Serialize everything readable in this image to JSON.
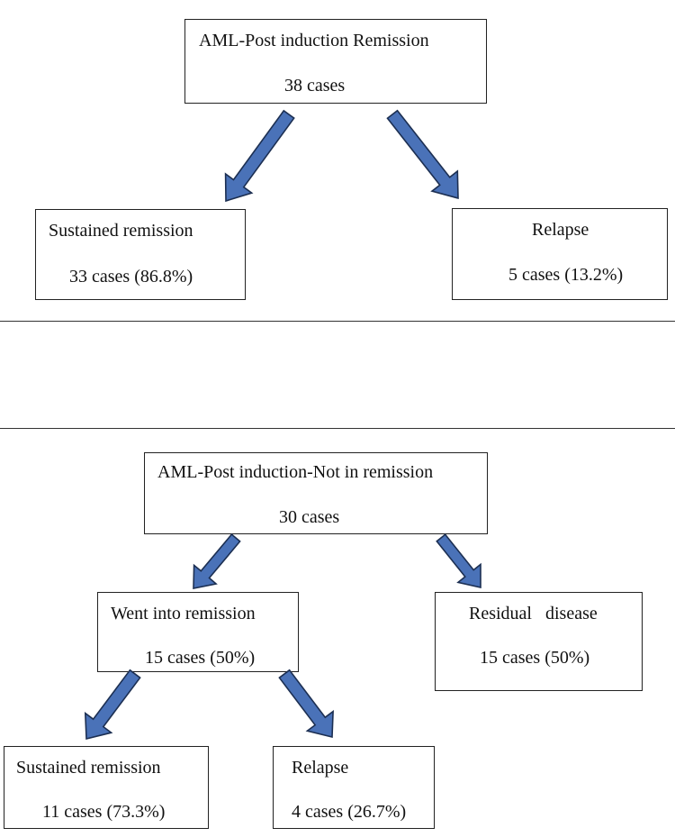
{
  "top_tree": {
    "root": {
      "title": "AML-Post induction Remission",
      "count": "38 cases"
    },
    "left": {
      "title": "Sustained remission",
      "count": "33 cases (86.8%)"
    },
    "right": {
      "title": "Relapse",
      "count": "5 cases (13.2%)"
    }
  },
  "bottom_tree": {
    "root": {
      "title": "AML-Post induction-Not in remission",
      "count": "30 cases"
    },
    "left": {
      "title": "Went into remission",
      "count": "15 cases (50%)"
    },
    "right": {
      "title": "Residual   disease",
      "count": "15 cases (50%)"
    },
    "left_left": {
      "title": "Sustained remission",
      "count": "11 cases (73.3%)"
    },
    "left_right": {
      "title": "Relapse",
      "count": "4 cases (26.7%)"
    }
  },
  "colors": {
    "arrow_fill": "#4a72b8",
    "arrow_stroke": "#1c2f52",
    "box_border": "#222222",
    "rule": "#333333"
  },
  "icons": {
    "arrow": "down-arrow-icon"
  }
}
